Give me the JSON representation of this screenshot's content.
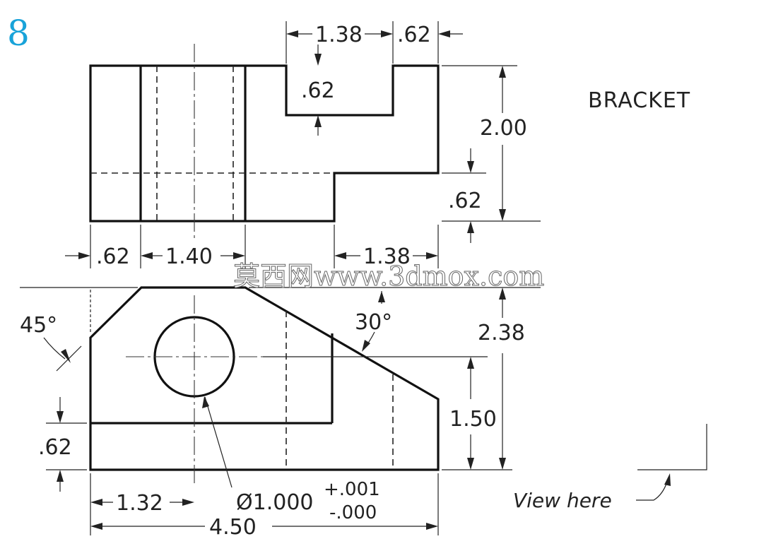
{
  "problem_number": "8",
  "title": "BRACKET",
  "view_note": "View here",
  "watermark": "莫西网www.3dmox.com",
  "dimensions": {
    "slot_width": "1.38",
    "slot_side": ".62",
    "slot_depth": ".62",
    "overall_height": "2.00",
    "step_height": ".62",
    "bottom_step": "1.38",
    "left_offset": ".62",
    "bore_width": "1.40",
    "chamfer_angle": "45°",
    "slope_angle": "30°",
    "overall_depth": "2.38",
    "hole_center": "1.50",
    "base_thickness": ".62",
    "hole_x": "1.32",
    "diameter": "Ø1.000",
    "tol_plus": "+.001",
    "tol_minus": "-.000",
    "overall_width": "4.50"
  }
}
